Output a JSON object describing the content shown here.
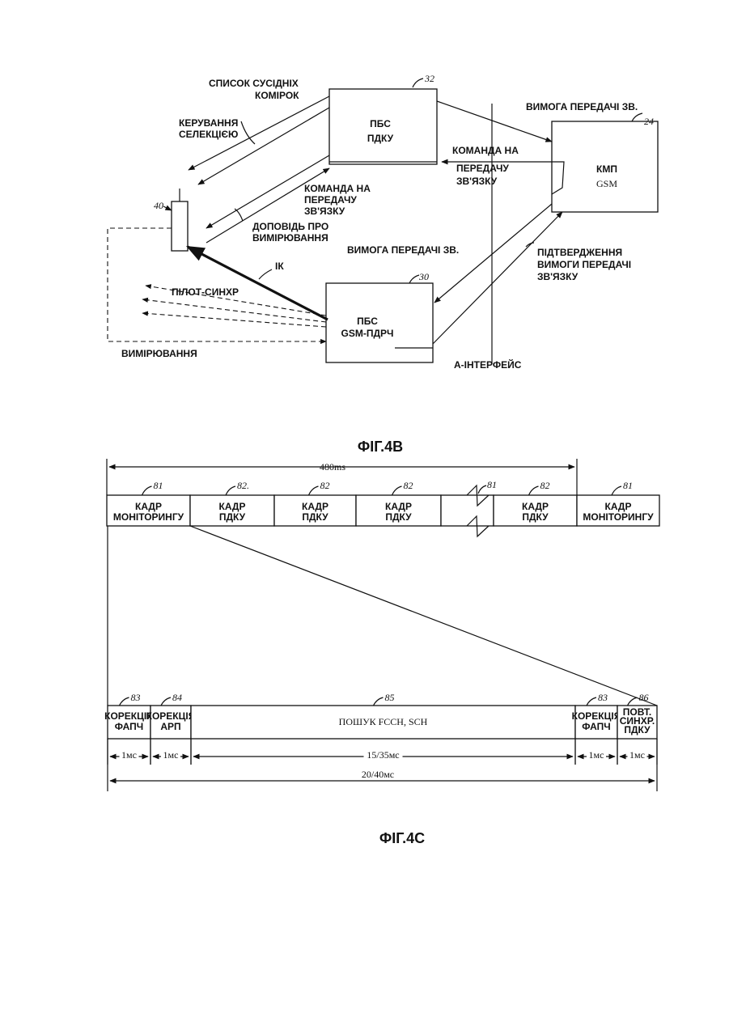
{
  "fig4b": {
    "caption": "ФІГ.4В",
    "nodes": {
      "pbs_pdku": {
        "ref": "32",
        "line1": "ПБС",
        "line2": "ПДКУ"
      },
      "kmp_gsm": {
        "ref": "24",
        "line1": "КМП",
        "line2": "GSM"
      },
      "pbs_gsm": {
        "ref": "30",
        "line1": "ПБС",
        "line2": "GSM-ПДРЧ"
      },
      "mobile": {
        "ref": "40"
      }
    },
    "labels": {
      "neighbor_list_1": "СПИСОК СУСІДНІХ",
      "neighbor_list_2": "КОМІРОК",
      "selection_1": "КЕРУВАННЯ",
      "selection_2": "СЕЛЕКЦІЄЮ",
      "cmd_mobile_1": "КОМАНДА НА",
      "cmd_mobile_2": "ПЕРЕДАЧУ",
      "cmd_mobile_3": "ЗВ'ЯЗКУ",
      "report_1": "ДОПОВІДЬ ПРО",
      "report_2": "ВИМІРЮВАННЯ",
      "req_top": "ВИМОГА ПЕРЕДАЧІ ЗВ.",
      "cmd_kmp_1": "КОМАНДА НА",
      "cmd_kmp_2": "ПЕРЕДАЧУ",
      "cmd_kmp_3": "ЗВ'ЯЗКУ",
      "req_mid": "ВИМОГА ПЕРЕДАЧІ ЗВ.",
      "confirm_1": "ПІДТВЕРДЖЕННЯ",
      "confirm_2": "ВИМОГИ ПЕРЕДАЧІ",
      "confirm_3": "ЗВ'ЯЗКУ",
      "ik": "ІК",
      "pilot": "ПІЛОТ-СИНХР",
      "measure": "ВИМІРЮВАННЯ",
      "a_interface": "А-ІНТЕРФЕЙС"
    }
  },
  "fig4c": {
    "caption": "ФІГ.4С",
    "span_label": "480ms",
    "frames": [
      {
        "ref": "81",
        "line1": "КАДР",
        "line2": "МОНІТОРИНГУ"
      },
      {
        "ref": "82.",
        "line1": "КАДР",
        "line2": "ПДКУ"
      },
      {
        "ref": "82",
        "line1": "КАДР",
        "line2": "ПДКУ"
      },
      {
        "ref": "82",
        "line1": "КАДР",
        "line2": "ПДКУ"
      },
      {
        "ref": "",
        "line1": "",
        "line2": ""
      },
      {
        "ref": "82",
        "line1": "КАДР",
        "line2": "ПДКУ"
      },
      {
        "ref": "81",
        "line1": "КАДР",
        "line2": "МОНІТОРИНГУ"
      }
    ],
    "break_ref": "81",
    "segments": [
      {
        "ref": "83",
        "line1": "КОРЕКЦІЯ",
        "line2": "ФАПЧ",
        "line3": "",
        "dur": "1мс"
      },
      {
        "ref": "84",
        "line1": "КОРЕКЦІЯ",
        "line2": "АРП",
        "line3": "",
        "dur": "1мс"
      },
      {
        "ref": "85",
        "line1": "ПОШУК FCCH, SCH",
        "line2": "",
        "line3": "",
        "dur": "15/35мс"
      },
      {
        "ref": "83",
        "line1": "КОРЕКЦІЯ",
        "line2": "ФАПЧ",
        "line3": "",
        "dur": "1мс"
      },
      {
        "ref": "86",
        "line1": "ПОВТ.",
        "line2": "СИНХР.",
        "line3": "ПДКУ",
        "dur": "1мс"
      }
    ],
    "total": "20/40мс"
  }
}
